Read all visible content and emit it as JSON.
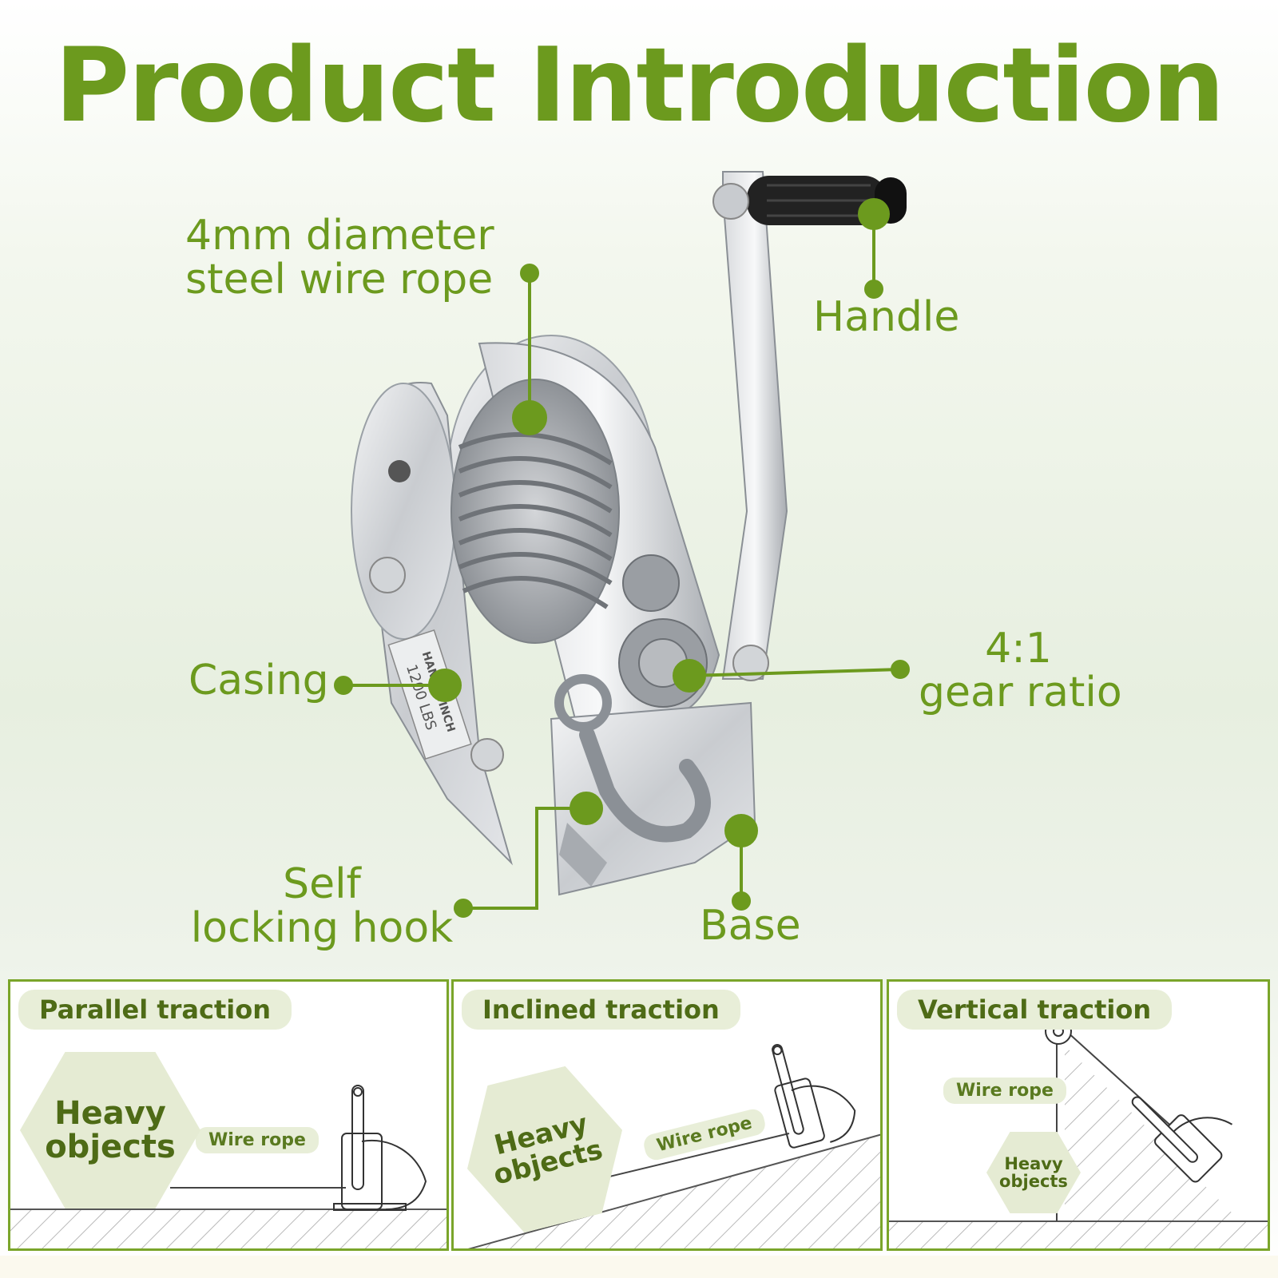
{
  "title": "Product Introduction",
  "callouts": {
    "rope_line1": "4mm diameter",
    "rope_line2": "steel wire rope",
    "handle": "Handle",
    "casing": "Casing",
    "gear_line1": "4:1",
    "gear_line2": "gear ratio",
    "hook_line1": "Self",
    "hook_line2": "locking hook",
    "base": "Base"
  },
  "winch_plate": {
    "line1": "HAND WINCH",
    "line2": "1200 LBS"
  },
  "panels": [
    {
      "title": "Parallel traction",
      "rope_label": "Wire rope",
      "object_label": "Heavy objects"
    },
    {
      "title": "Inclined traction",
      "rope_label": "Wire rope",
      "object_label": "Heavy objects"
    },
    {
      "title": "Vertical traction",
      "rope_label": "Wire rope",
      "object_label": "Heavy objects"
    }
  ],
  "colors": {
    "accent_green": "#6c9a1e",
    "panel_border": "#7aa52a",
    "pill_bg": "#e8eed8"
  }
}
